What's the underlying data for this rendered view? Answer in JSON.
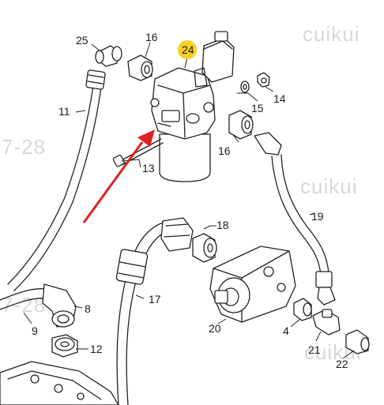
{
  "diagram": {
    "watermarks": [
      "cuikui",
      "cuikui",
      "cuikui",
      "7-28",
      "7-28"
    ],
    "highlighted_callout": {
      "label": "24",
      "color": "#f5d020"
    },
    "arrow_color": "#e02020",
    "callouts": [
      {
        "id": "c25",
        "label": "25"
      },
      {
        "id": "c16a",
        "label": "16"
      },
      {
        "id": "c24",
        "label": "24"
      },
      {
        "id": "c11",
        "label": "11"
      },
      {
        "id": "c15",
        "label": "15"
      },
      {
        "id": "c14",
        "label": "14"
      },
      {
        "id": "c16b",
        "label": "16"
      },
      {
        "id": "c13",
        "label": "13"
      },
      {
        "id": "c19",
        "label": "19"
      },
      {
        "id": "c18",
        "label": "18"
      },
      {
        "id": "c17",
        "label": "17"
      },
      {
        "id": "c8",
        "label": "8"
      },
      {
        "id": "c9",
        "label": "9"
      },
      {
        "id": "c12",
        "label": "12"
      },
      {
        "id": "c20",
        "label": "20"
      },
      {
        "id": "c4",
        "label": "4"
      },
      {
        "id": "c21",
        "label": "21"
      },
      {
        "id": "c22",
        "label": "22"
      }
    ]
  }
}
